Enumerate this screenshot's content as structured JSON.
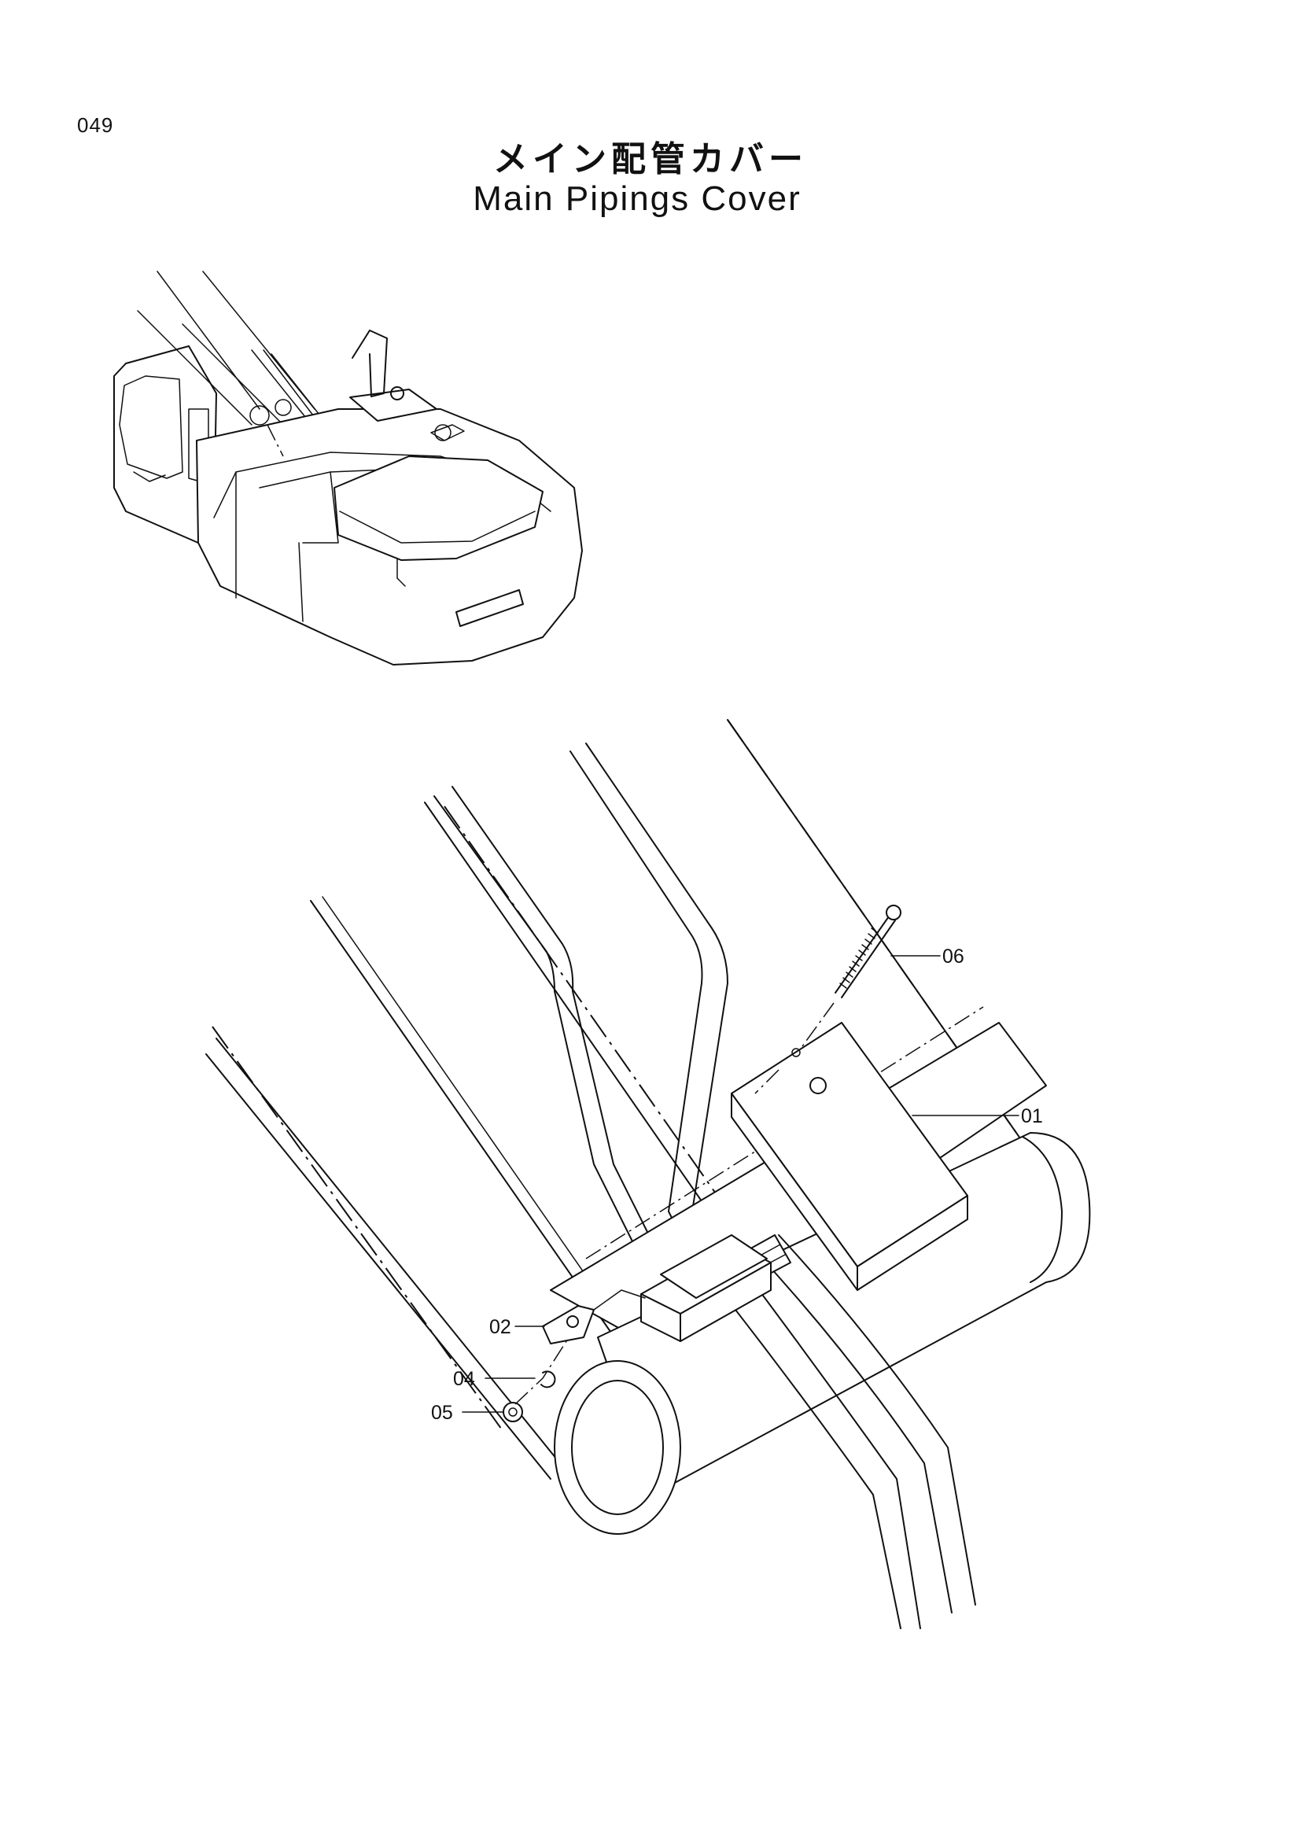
{
  "page_number": "049",
  "title_jp": "メイン配管カバー",
  "title_en": "Main Pipings Cover",
  "callouts": [
    {
      "id": "06",
      "label": "06"
    },
    {
      "id": "01",
      "label": "01"
    },
    {
      "id": "02",
      "label": "02"
    },
    {
      "id": "04",
      "label": "04"
    },
    {
      "id": "05",
      "label": "05"
    }
  ]
}
